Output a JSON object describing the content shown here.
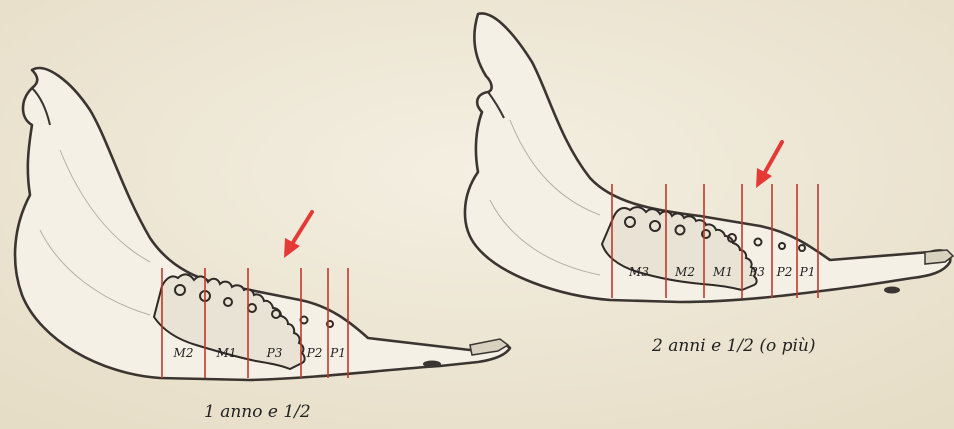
{
  "colors": {
    "background": "#efe8d6",
    "bone_fill": "#f3efe4",
    "bone_stroke": "#3a3530",
    "divider_lines": "#c0392b",
    "arrow": "#e53935"
  },
  "figures": [
    {
      "caption": "1 anno e 1/2",
      "teeth": [
        "M2",
        "M1",
        "P3",
        "P2",
        "P1"
      ]
    },
    {
      "caption": "2 anni e 1/2 (o più)",
      "teeth": [
        "M3",
        "M2",
        "M1",
        "P3",
        "P2",
        "P1"
      ]
    }
  ]
}
